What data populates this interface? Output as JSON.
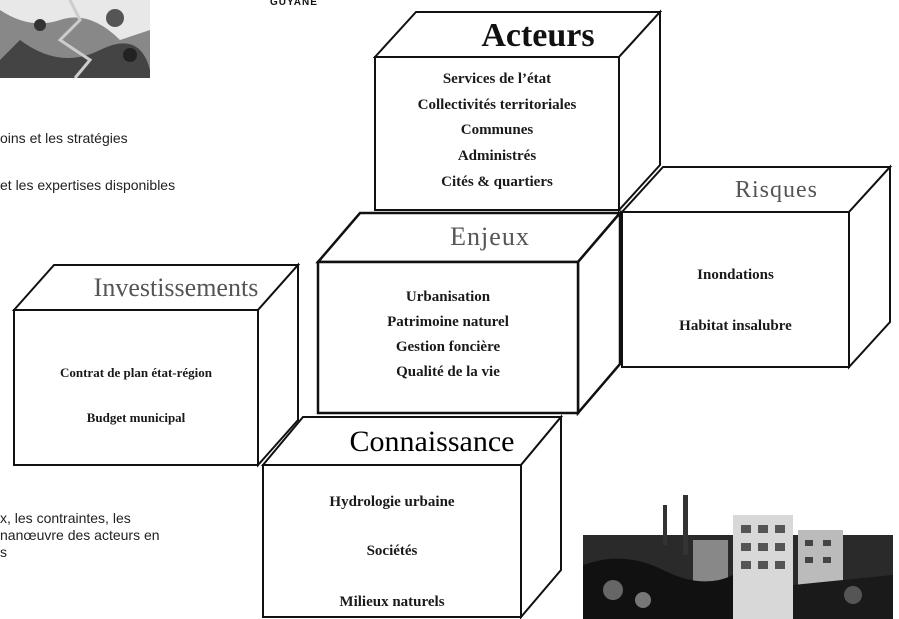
{
  "top_photo_caption": "GUYANE",
  "left_text": {
    "line1": "oins et les stratégies",
    "line2": " et les expertises disponibles",
    "bottom1": "x,    les   contraintes,   les",
    "bottom2": "nanœuvre des acteurs en",
    "bottom3": "s"
  },
  "cubes": {
    "acteurs": {
      "title": "Acteurs",
      "items": [
        "Services de l’état",
        "Collectivités territoriales",
        "Communes",
        "Administrés",
        "Cités & quartiers"
      ]
    },
    "risques": {
      "title": "Risques",
      "items": [
        "Inondations",
        "Habitat insalubre"
      ]
    },
    "enjeux": {
      "title": "Enjeux",
      "items": [
        "Urbanisation",
        "Patrimoine naturel",
        "Gestion foncière",
        "Qualité de la vie"
      ]
    },
    "investissements": {
      "title": "Investissements",
      "items": [
        "Contrat de plan état-région",
        "Budget municipal"
      ]
    },
    "connaissance": {
      "title": "Connaissance",
      "items": [
        "Hydrologie urbaine",
        "Sociétés",
        "Milieux naturels"
      ]
    }
  }
}
